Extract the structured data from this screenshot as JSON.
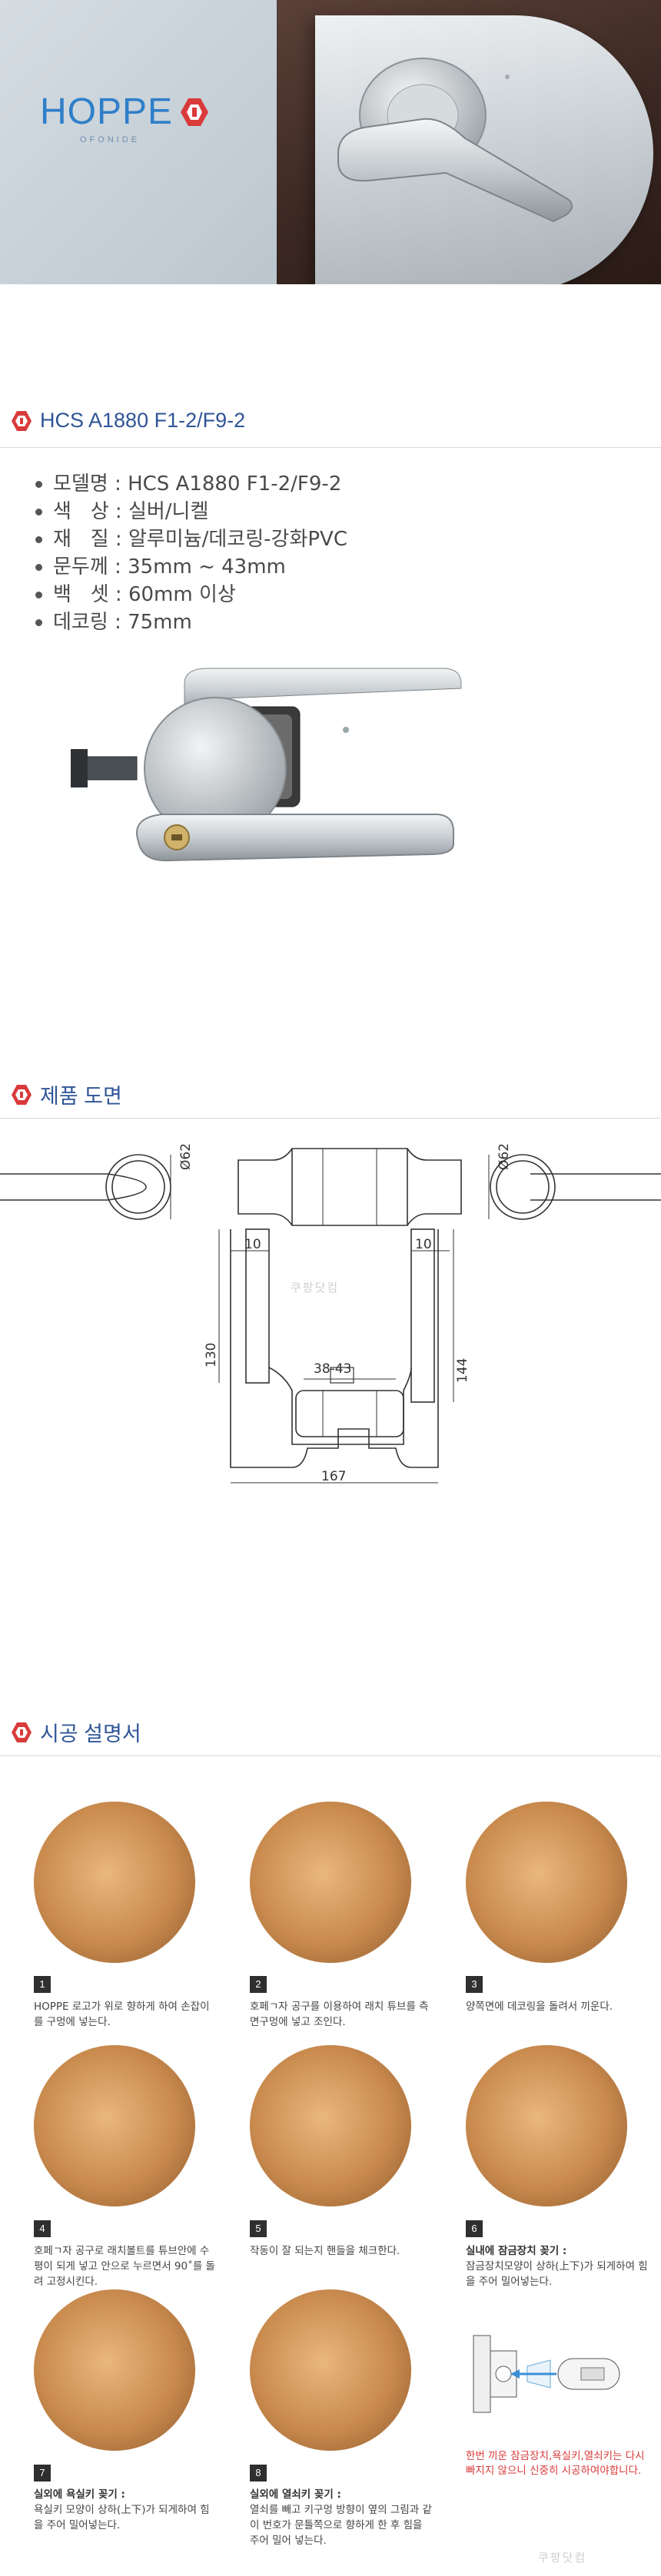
{
  "hero": {
    "brand": "HOPPE",
    "brand_sub": "OFONIDE"
  },
  "product": {
    "title": "HCS A1880 F1-2/F9-2",
    "specs": [
      {
        "label": "모델명",
        "value": "HCS A1880 F1-2/F9-2"
      },
      {
        "label": "색   상",
        "value": "실버/니켈"
      },
      {
        "label": "재   질",
        "value": "알루미늄/데코링-강화PVC"
      },
      {
        "label": "문두께",
        "value": "35mm ~ 43mm"
      },
      {
        "label": "백   셋",
        "value": "60mm 이상"
      },
      {
        "label": "데코링",
        "value": "75mm"
      }
    ]
  },
  "drawing": {
    "title": "제품 도면",
    "dims": {
      "d_left": "Ø62",
      "d_right": "Ø62",
      "top_left": "10",
      "top_right": "10",
      "h_left": "130",
      "h_right": "144",
      "door": "38-43",
      "width": "167"
    },
    "watermark": "쿠팡닷컴"
  },
  "install": {
    "title": "시공 설명서",
    "steps": [
      {
        "num": "1",
        "bold": "",
        "text": "HOPPE 로고가 위로 향하게 하여 손잡이를 구멍에 넣는다."
      },
      {
        "num": "2",
        "bold": "",
        "text": "호페ㄱ자 공구를 이용하여 래치 튜브를 측면구멍에 넣고 조인다."
      },
      {
        "num": "3",
        "bold": "",
        "text": "양쪽면에 데코링을 돌려서 끼운다."
      },
      {
        "num": "4",
        "bold": "",
        "text": "호페ㄱ자 공구로 래치볼트를 튜브안에 수평이 되게 넣고 안으로 누르면서 90˚를 돌려 고정시킨다."
      },
      {
        "num": "5",
        "bold": "",
        "text": "작동이 잘 되는지 핸들을 체크한다."
      },
      {
        "num": "6",
        "bold": "실내에 잠금장치 꽂기 :",
        "text": "잠금장치모양이 상하(上下)가 되게하여 힘을 주어 밀어넣는다."
      },
      {
        "num": "7",
        "bold": "실외에 욕실키 꽂기 :",
        "text": "욕실키 모양이 상하(上下)가 되게하여 힘을 주어 밀어넣는다."
      },
      {
        "num": "8",
        "bold": "실외에 열쇠키 꽂기 :",
        "text": "열쇠를 빼고 키구멍 방향이 옆의 그림과 같이 번호가 문틀쪽으로 향하게 한 후 힘을 주어 밀어 넣는다."
      }
    ],
    "warning": "한번 끼운 잠금장치,욕실키,열쇠키는 다시 빠지지 않으니 신중히 시공하여야합니다."
  },
  "colors": {
    "accent": "#2f5597",
    "brand_red": "#d93a3a",
    "hoppe_blue": "#2f7fc9"
  }
}
